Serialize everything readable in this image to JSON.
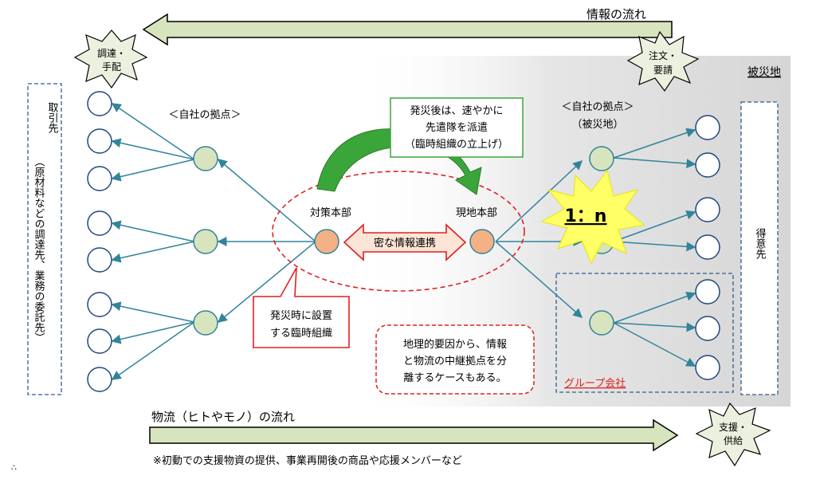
{
  "top_arrow_label": "情報の流れ",
  "bottom_arrow_label": "物流（ヒトやモノ）の流れ",
  "bottom_note": "※初動での支援物資の提供、事業再開後の商品や応援メンバーなど",
  "corner_mark": "∴",
  "stars": {
    "procurement": [
      "調達・",
      "手配"
    ],
    "order": [
      "注文・",
      "要請"
    ],
    "support": [
      "支援・",
      "供給"
    ]
  },
  "disaster_area_label": "被災地",
  "left_box_lines": [
    "取引先",
    "（原材料などの調達先、業務の委託先）"
  ],
  "right_box_label": "得意先",
  "left_base_label": "＜自社の拠点＞",
  "right_base_label": [
    "＜自社の拠点＞",
    "（被災地）"
  ],
  "hq_label": "対策本部",
  "field_hq_label": "現地本部",
  "center_arrow_label": "密な情報連携",
  "callout_dispatch": [
    "発災後は、速やかに",
    "先遣隊を派遣",
    "（臨時組織の立上げ）"
  ],
  "callout_temp": [
    "発災時に設置",
    "する臨時組織"
  ],
  "note_geo": [
    "地理的要因から、情報",
    "と物流の中継拠点を分",
    "離するケースもある。"
  ],
  "ratio_label": "1：n",
  "group_label": "グループ会社",
  "colors": {
    "arrow_fill": "#d7e4bd",
    "node_green": "#d7e4bd",
    "node_orange": "#f4b183",
    "line_teal": "#31849b",
    "dashed_blue": "#2e5d8e",
    "red": "#e02020",
    "green_arrow": "#3aa63a",
    "burst_yellow": "#ffff66"
  }
}
